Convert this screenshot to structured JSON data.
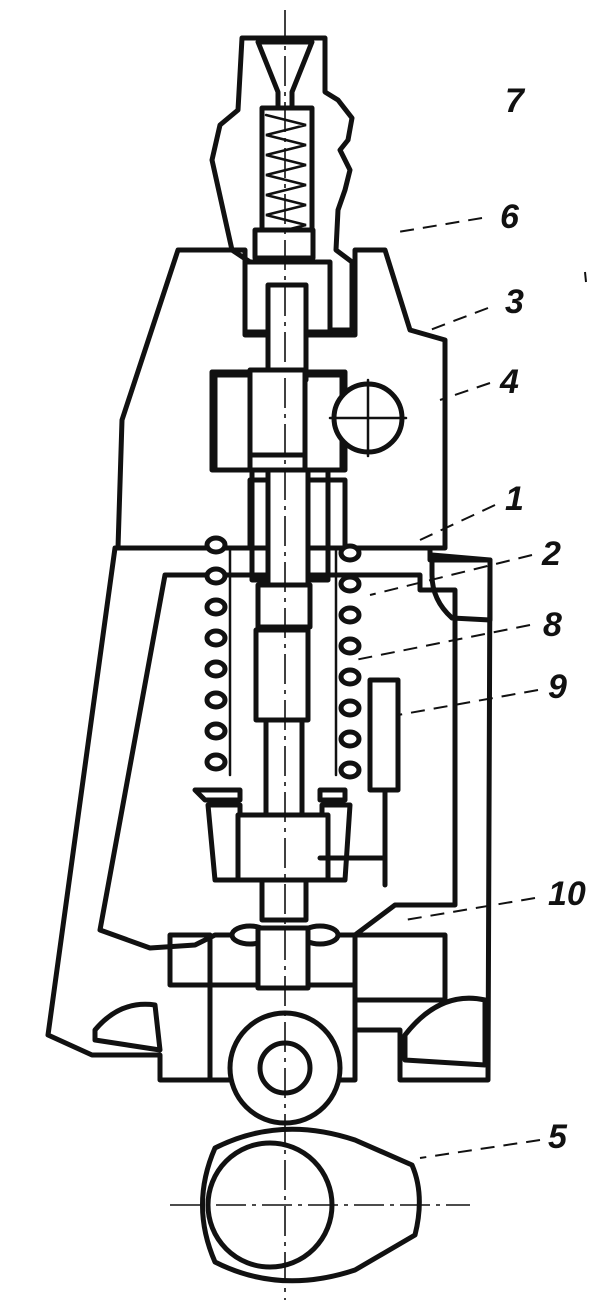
{
  "diagram": {
    "labels": [
      {
        "id": "callout-7",
        "text": "7"
      },
      {
        "id": "callout-6",
        "text": "6"
      },
      {
        "id": "callout-3",
        "text": "3"
      },
      {
        "id": "callout-4",
        "text": "4"
      },
      {
        "id": "callout-1",
        "text": "1"
      },
      {
        "id": "callout-2",
        "text": "2"
      },
      {
        "id": "callout-8",
        "text": "8"
      },
      {
        "id": "callout-9",
        "text": "9"
      },
      {
        "id": "callout-10",
        "text": "10"
      },
      {
        "id": "callout-5",
        "text": "5"
      }
    ]
  },
  "colors": {
    "ink": "#111111",
    "paper": "#ffffff"
  }
}
